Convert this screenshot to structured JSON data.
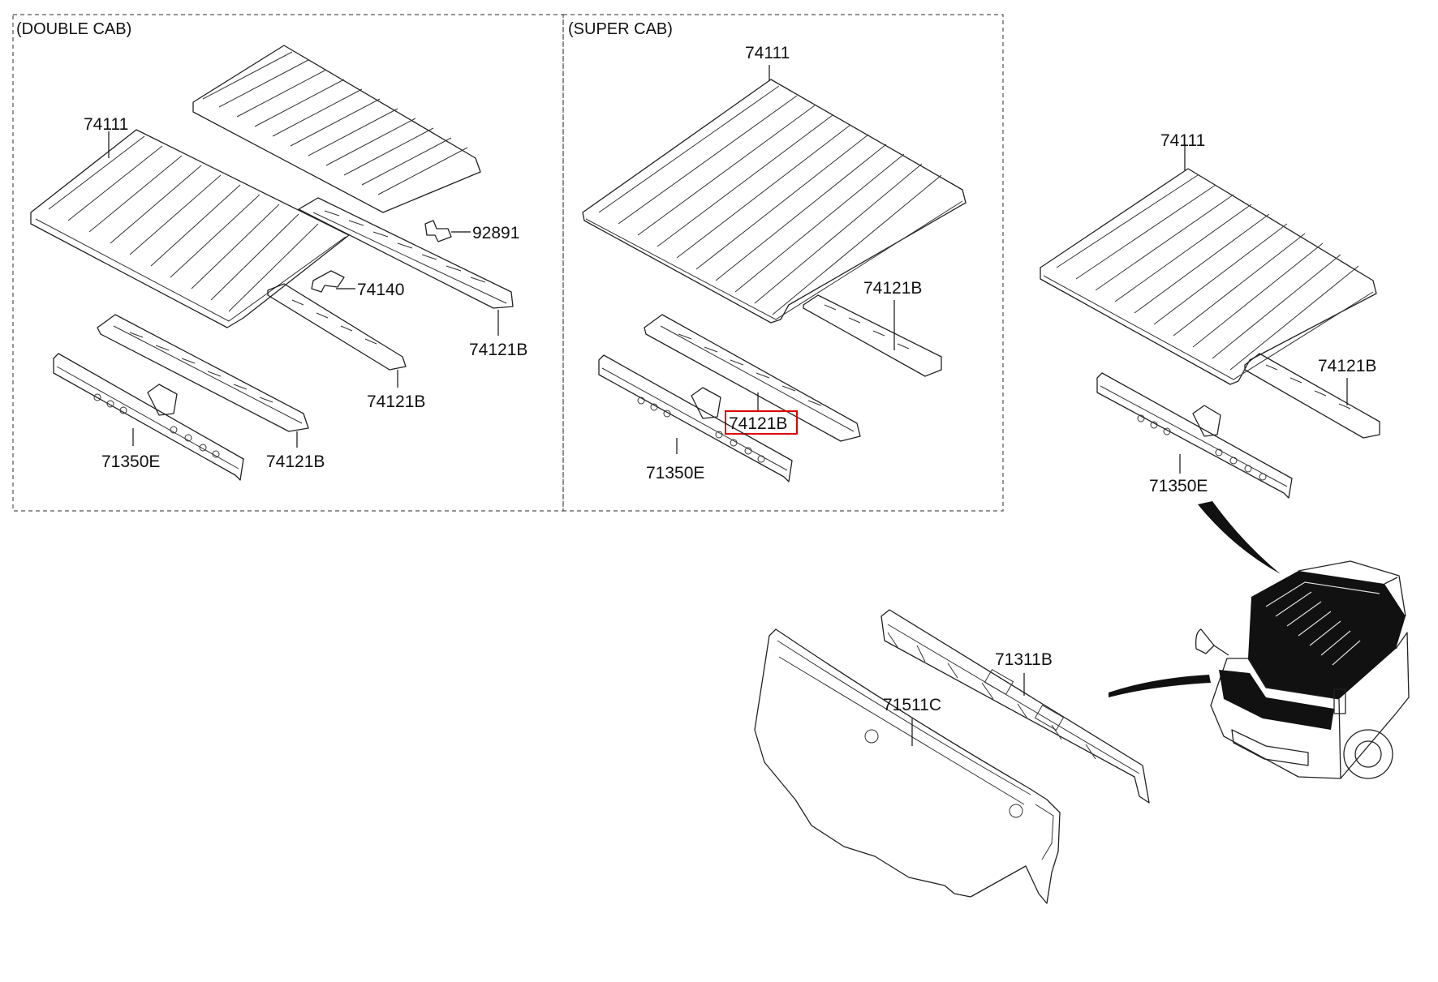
{
  "sections": {
    "double_cab": "(DOUBLE CAB)",
    "super_cab": "(SUPER CAB)"
  },
  "labels": {
    "dc_74111": "74111",
    "dc_92891": "92891",
    "dc_74140": "74140",
    "dc_74121B_a": "74121B",
    "dc_74121B_b": "74121B",
    "dc_74121B_c": "74121B",
    "dc_71350E": "71350E",
    "sc_74111": "74111",
    "sc_74121B_a": "74121B",
    "sc_74121B_b": "74121B",
    "sc_71350E": "71350E",
    "std_74111": "74111",
    "std_74121B": "74121B",
    "std_71350E": "71350E",
    "p_71311B": "71311B",
    "p_71511C": "71511C"
  },
  "highlight": "74121B",
  "colors": {
    "highlight": "#e00000",
    "line": "#222222"
  }
}
